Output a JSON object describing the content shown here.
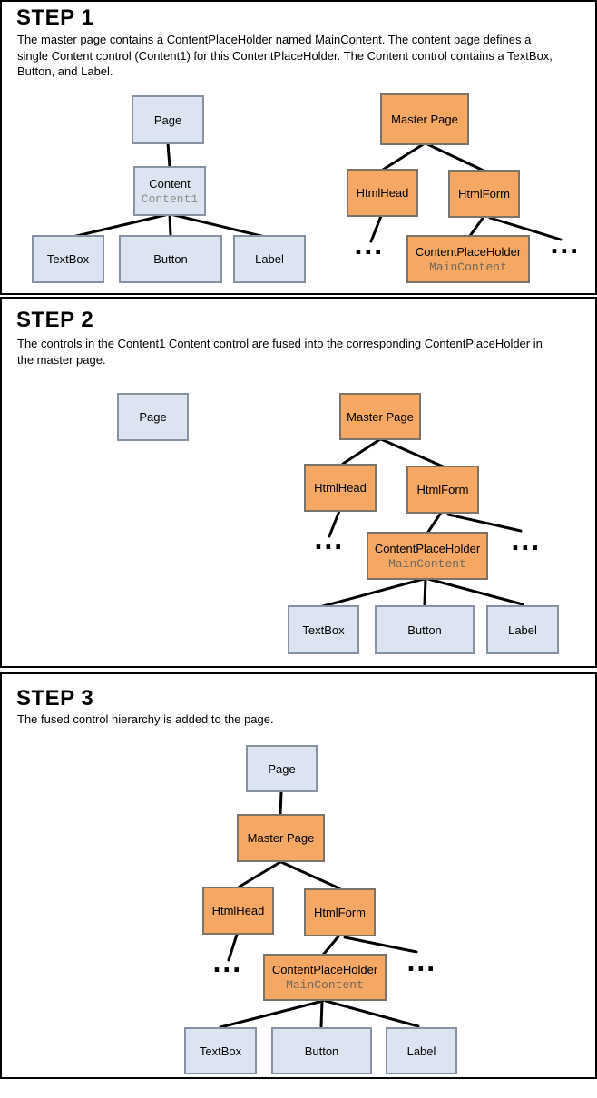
{
  "colors": {
    "content_node_fill": "#DDE4F1",
    "master_node_fill": "#F5A863",
    "node_border": "#7C7468",
    "connector": "#000000",
    "mono_id_text": "#8C8C8C",
    "panel_border": "#000000"
  },
  "step1": {
    "heading": "STEP 1",
    "description": "The master page contains a ContentPlaceHolder named MainContent. The content page defines a single Content control (Content1) for this ContentPlaceHolder. The Content control contains a TextBox, Button, and Label.",
    "content_tree": {
      "page": "Page",
      "content": "Content",
      "content_id": "Content1",
      "textbox": "TextBox",
      "button": "Button",
      "label": "Label"
    },
    "master_tree": {
      "master_page": "Master Page",
      "html_head": "HtmlHead",
      "html_form": "HtmlForm",
      "content_placeholder": "ContentPlaceHolder",
      "content_placeholder_id": "MainContent",
      "ellipsis_left": "...",
      "ellipsis_right": "..."
    }
  },
  "step2": {
    "heading": "STEP 2",
    "description": "The controls in the Content1 Content control are fused into the corresponding ContentPlaceHolder in the master page.",
    "tree": {
      "page": "Page",
      "master_page": "Master Page",
      "html_head": "HtmlHead",
      "html_form": "HtmlForm",
      "content_placeholder": "ContentPlaceHolder",
      "content_placeholder_id": "MainContent",
      "textbox": "TextBox",
      "button": "Button",
      "label": "Label",
      "ellipsis_left": "...",
      "ellipsis_right": "..."
    }
  },
  "step3": {
    "heading": "STEP 3",
    "description": "The fused control hierarchy is added to the page.",
    "tree": {
      "page": "Page",
      "master_page": "Master Page",
      "html_head": "HtmlHead",
      "html_form": "HtmlForm",
      "content_placeholder": "ContentPlaceHolder",
      "content_placeholder_id": "MainContent",
      "textbox": "TextBox",
      "button": "Button",
      "label": "Label",
      "ellipsis_left": "...",
      "ellipsis_right": "..."
    }
  }
}
